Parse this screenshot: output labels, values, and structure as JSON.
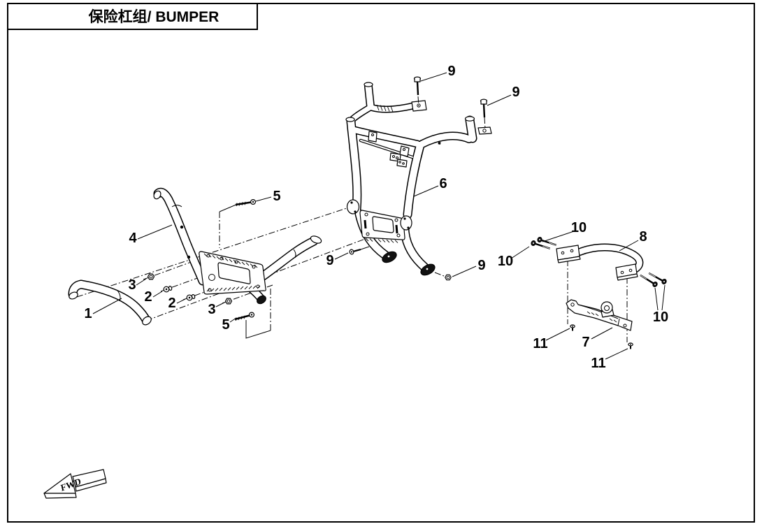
{
  "title": "保险杠组/ BUMPER",
  "fwd_label": "FWD",
  "colors": {
    "line": "#000000",
    "background": "#ffffff"
  },
  "callouts": [
    {
      "label": "9"
    },
    {
      "label": "9"
    },
    {
      "label": "6"
    },
    {
      "label": "5"
    },
    {
      "label": "4"
    },
    {
      "label": "10"
    },
    {
      "label": "8"
    },
    {
      "label": "10"
    },
    {
      "label": "9"
    },
    {
      "label": "9"
    },
    {
      "label": "3"
    },
    {
      "label": "2"
    },
    {
      "label": "2"
    },
    {
      "label": "3"
    },
    {
      "label": "1"
    },
    {
      "label": "5"
    },
    {
      "label": "10"
    },
    {
      "label": "11"
    },
    {
      "label": "7"
    },
    {
      "label": "11"
    }
  ]
}
